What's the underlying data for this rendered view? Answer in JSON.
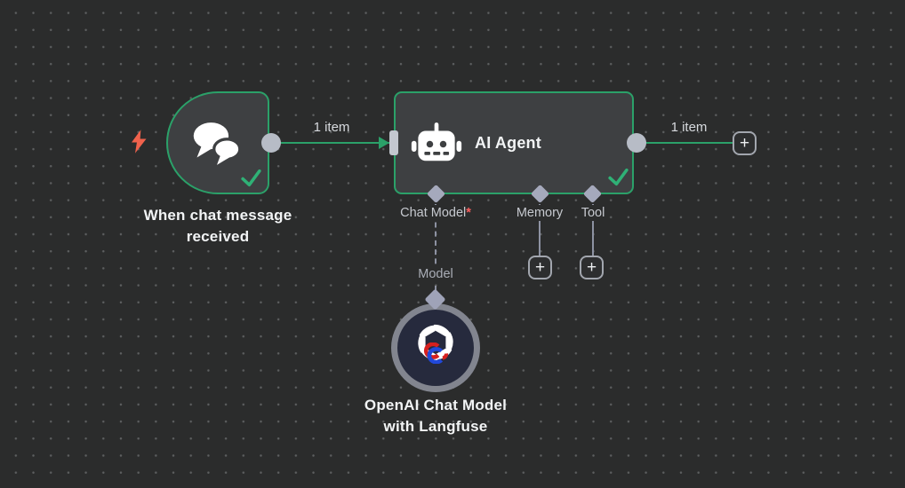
{
  "workflow": {
    "trigger_node": {
      "name": "When chat message received",
      "label_line1": "When chat message",
      "label_line2": "received"
    },
    "agent_node": {
      "title": "AI Agent",
      "ports": [
        {
          "label": "Chat Model",
          "required_marker": "*"
        },
        {
          "label": "Memory"
        },
        {
          "label": "Tool"
        }
      ]
    },
    "model_node": {
      "label_line1": "OpenAI Chat Model",
      "label_line2": "with Langfuse"
    },
    "connections": {
      "trigger_to_agent_label": "1 item",
      "agent_output_label": "1 item",
      "model_connection_label": "Model"
    },
    "ui": {
      "plus_label": "+"
    },
    "colors": {
      "canvas_bg": "#2b2c2c",
      "node_bg": "#3e4042",
      "success_green": "#2ba169",
      "check_green": "#2fb176",
      "trigger_red": "#f0624c",
      "required_red": "#ff5e5e",
      "port_gray": "#b7bcc6",
      "diamond_gray": "#a5a9bc",
      "connector_gray": "#8d92a2",
      "model_node_bg": "#262a3d",
      "model_node_ring": "#82858f"
    }
  }
}
